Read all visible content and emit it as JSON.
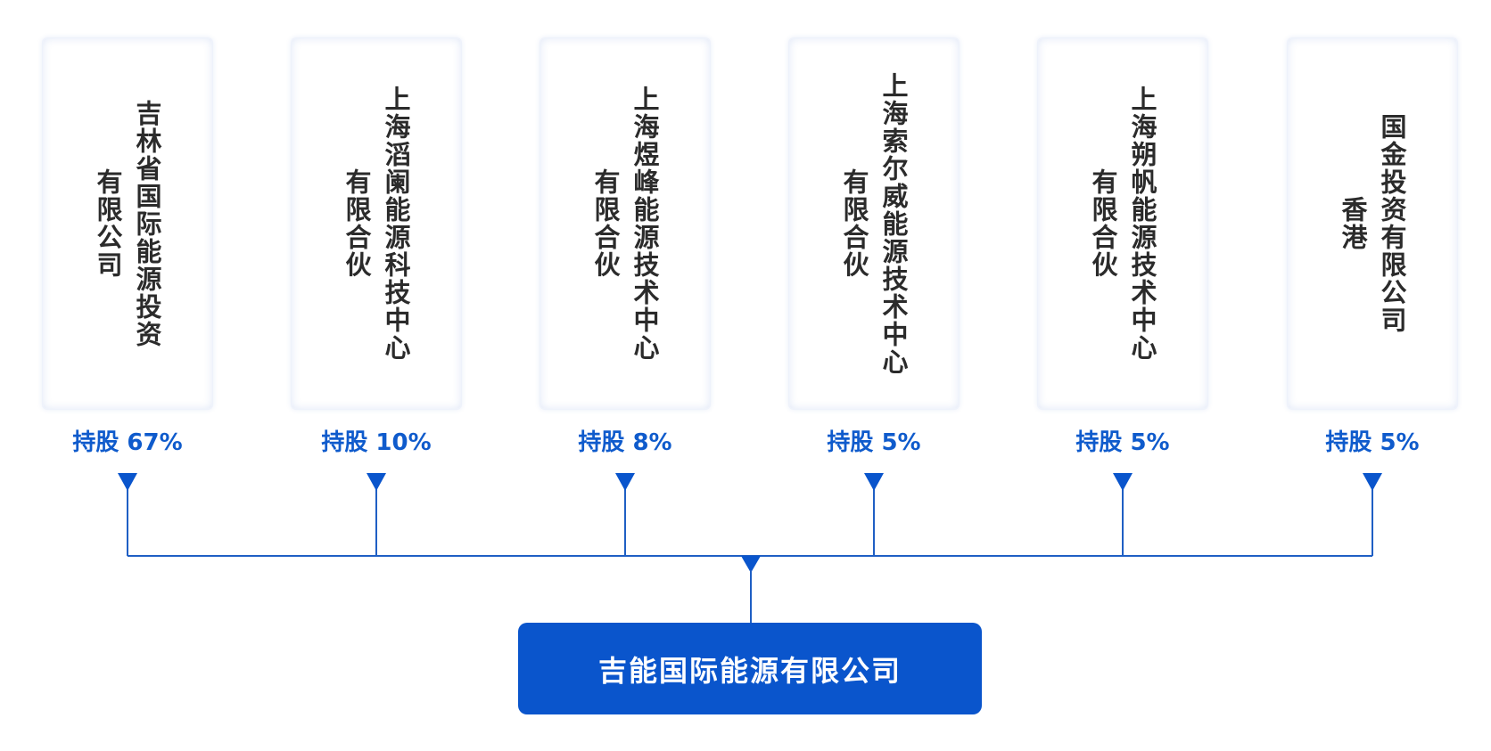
{
  "holders": [
    {
      "name": "吉林省国际能源投资\n有限公司",
      "share": "持股 67%"
    },
    {
      "name": "上海滔阑能源科技中心\n有限合伙",
      "share": "持股 10%"
    },
    {
      "name": "上海煜峰能源技术中心\n有限合伙",
      "share": "持股 8%"
    },
    {
      "name": "上海索尔威能源技术中心\n有限合伙",
      "share": "持股 5%"
    },
    {
      "name": "上海朔帆能源技术中心\n有限合伙",
      "share": "持股 5%"
    },
    {
      "name": "国金投资有限公司\n香港",
      "share": "持股 5%"
    }
  ],
  "company": {
    "name": "吉能国际能源有限公司"
  },
  "colors": {
    "accent": "#0a55cc",
    "line": "#1f5fc4",
    "text": "#2b2b2b"
  }
}
